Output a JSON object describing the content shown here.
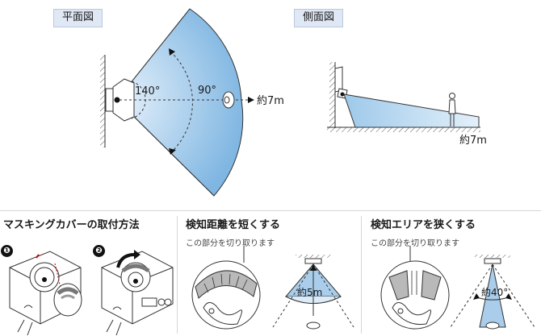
{
  "top": {
    "plan_label": "平面図",
    "side_label": "側面図",
    "angle_140": "140°",
    "angle_90": "90°",
    "distance_plan": "約7m",
    "distance_side": "約7m"
  },
  "masking": {
    "title": "マスキングカバーの取付方法",
    "step1": "❶",
    "step2": "❷"
  },
  "shorten": {
    "title": "検知距離を短くする",
    "note": "この部分を切り取ります",
    "distance": "約5m"
  },
  "narrow": {
    "title": "検知エリアを狭くする",
    "note": "この部分を切り取ります",
    "angle": "約40°"
  },
  "colors": {
    "area_fill_light": "#e8f2fb",
    "area_fill_dark": "#7fb6e2",
    "cover_gray": "#b9b9b9"
  }
}
